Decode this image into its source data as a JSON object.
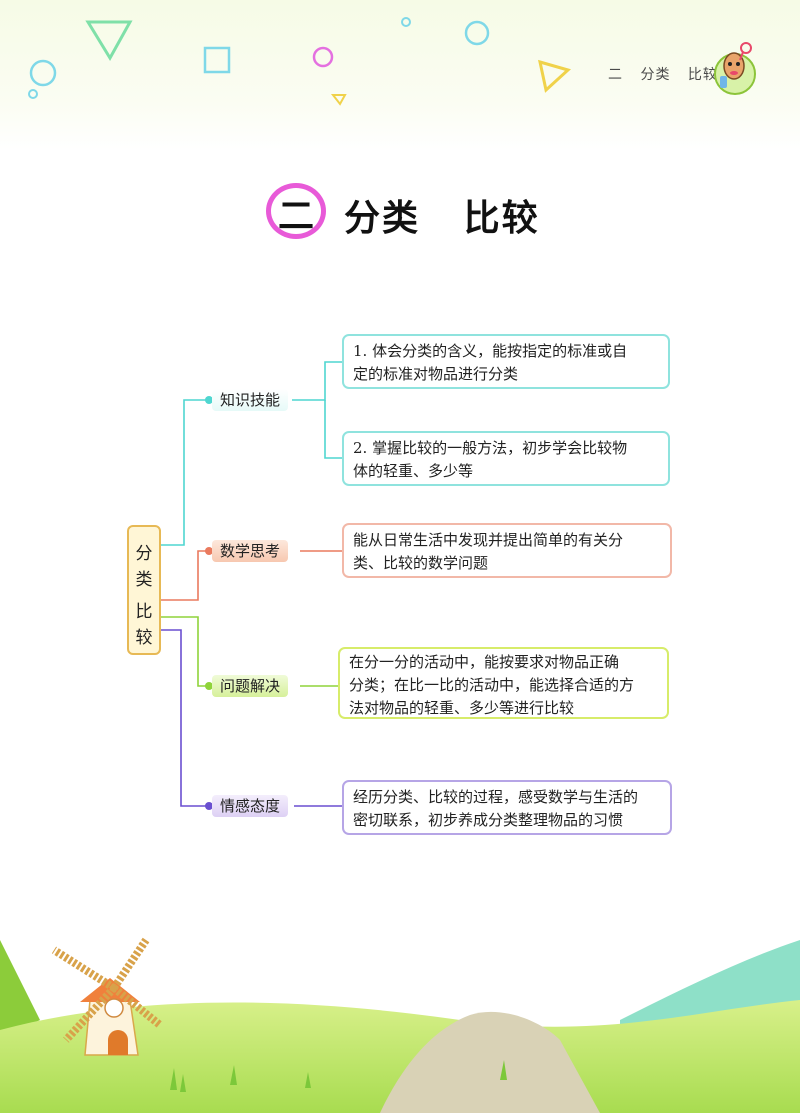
{
  "header": {
    "chapter_num": "二",
    "chapter_title": "分类",
    "chapter_sub": "比较"
  },
  "title": {
    "number": "二",
    "text": "分类   比较"
  },
  "root": {
    "line1": "分\n类",
    "line2": "比\n较"
  },
  "categories": [
    {
      "label": "知识技能",
      "color": "#4fd6d0"
    },
    {
      "label": "数学思考",
      "color": "#ea7a5e"
    },
    {
      "label": "问题解决",
      "color": "#8fd33a"
    },
    {
      "label": "情感态度",
      "color": "#6a4fd0"
    }
  ],
  "boxes": [
    {
      "text_lines": [
        "1. 体会分类的含义，能按指定的标准或自",
        "定的标准对物品进行分类"
      ]
    },
    {
      "text_lines": [
        "2. 掌握比较的一般方法，初步学会比较物",
        "体的轻重、多少等"
      ]
    },
    {
      "text_lines": [
        "能从日常生活中发现并提出简单的有关分",
        "类、比较的数学问题"
      ]
    },
    {
      "text_lines": [
        "在分一分的活动中，能按要求对物品正确",
        "分类；在比一比的活动中，能选择合适的方",
        "法对物品的轻重、多少等进行比较"
      ]
    },
    {
      "text_lines": [
        "经历分类、比较的过程，感受数学与生活的",
        "密切联系，初步养成分类整理物品的习惯"
      ]
    }
  ]
}
